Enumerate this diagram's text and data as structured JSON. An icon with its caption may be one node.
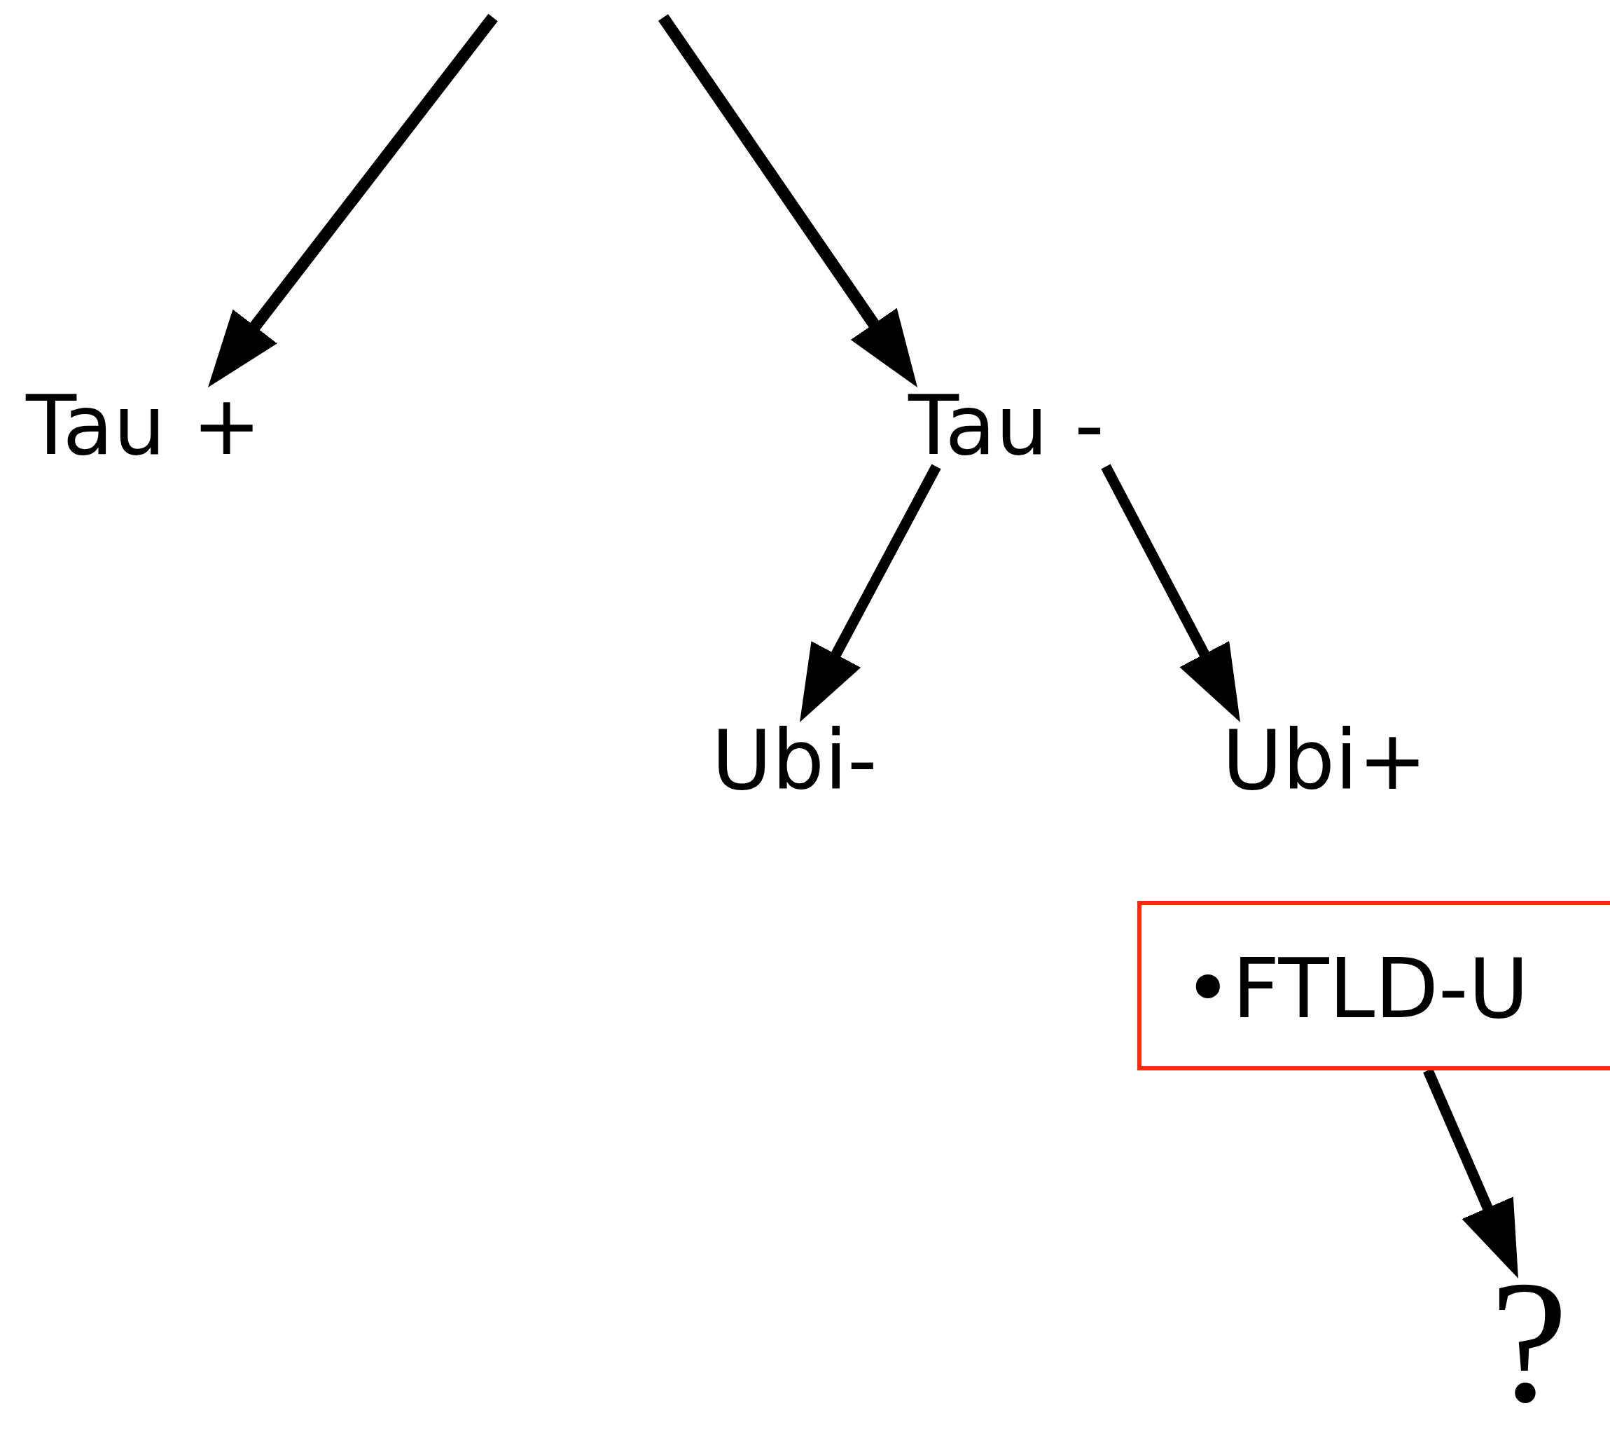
{
  "diagram": {
    "nodes": [
      {
        "text": [
          "Tau +"
        ]
      },
      {
        "text": [
          "Tau -"
        ]
      },
      {
        "text": [
          "Ubi-"
        ]
      },
      {
        "text": [
          "Ubi+"
        ]
      },
      {
        "text": [
          "•FTLD-U"
        ]
      },
      {
        "text": [
          "?"
        ]
      }
    ],
    "edges": [
      {
        "from": null,
        "to": 0,
        "arrow": "to"
      },
      {
        "from": null,
        "to": 1,
        "arrow": "to"
      },
      {
        "from": 1,
        "to": 2,
        "arrow": "to"
      },
      {
        "from": 1,
        "to": 3,
        "arrow": "to"
      },
      {
        "from": 4,
        "to": 5,
        "arrow": "to"
      }
    ]
  }
}
